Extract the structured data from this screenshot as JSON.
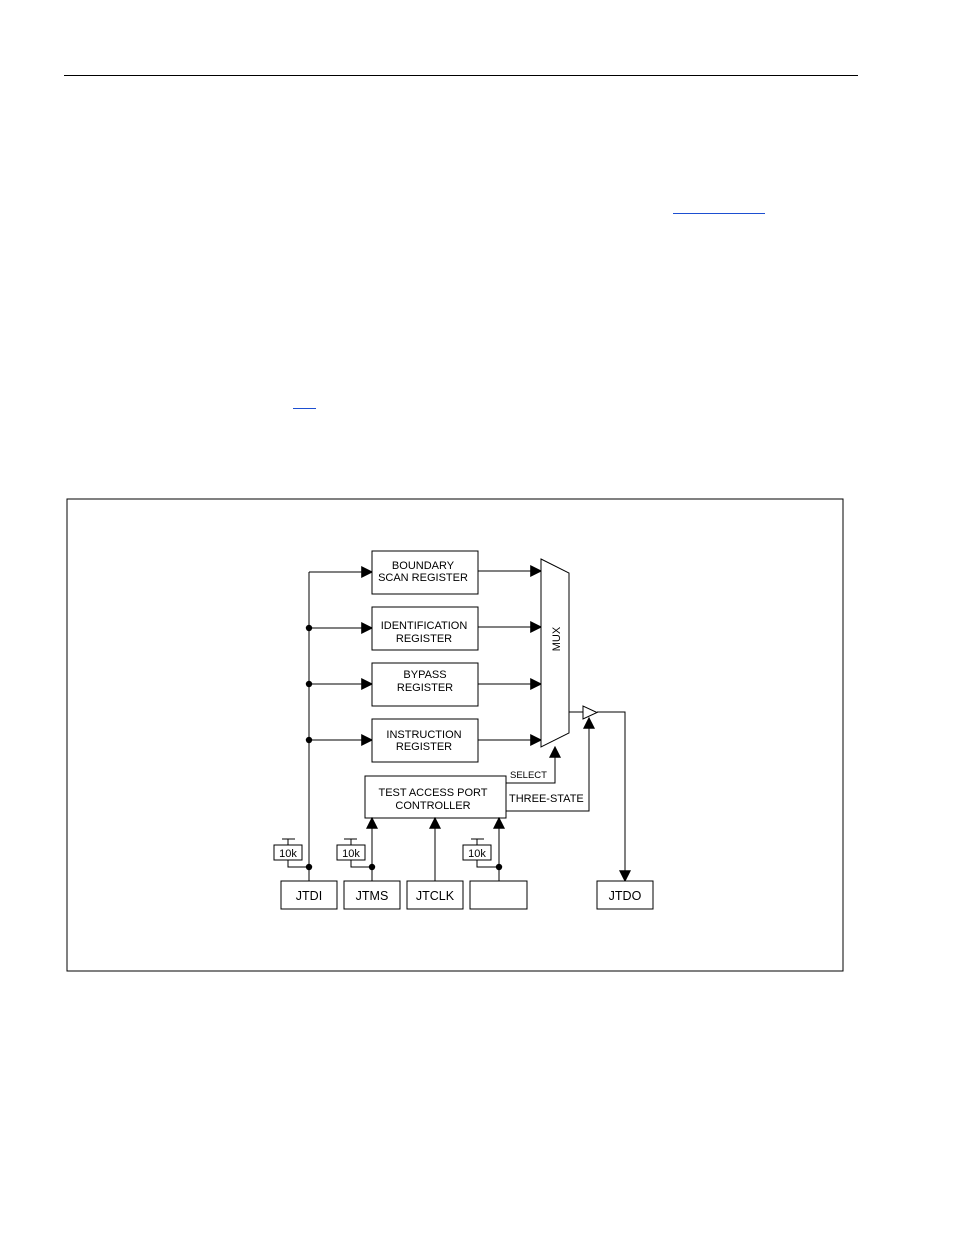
{
  "diagram": {
    "registers": {
      "boundary_scan": [
        "BOUNDARY",
        "SCAN REGISTER"
      ],
      "identification": [
        "IDENTIFICATION",
        "REGISTER"
      ],
      "bypass": [
        "BYPASS",
        "REGISTER"
      ],
      "instruction": [
        "INSTRUCTION",
        "REGISTER"
      ]
    },
    "mux_label": "MUX",
    "tap_controller": [
      "TEST ACCESS PORT",
      "CONTROLLER"
    ],
    "signals": {
      "select": "SELECT",
      "three_state": "THREE-STATE"
    },
    "pullups": [
      "10k",
      "10k",
      "10k"
    ],
    "pins": {
      "jtdi": "JTDI",
      "jtms": "JTMS",
      "jtclk": "JTCLK",
      "fourth": "",
      "jtdo": "JTDO"
    }
  }
}
